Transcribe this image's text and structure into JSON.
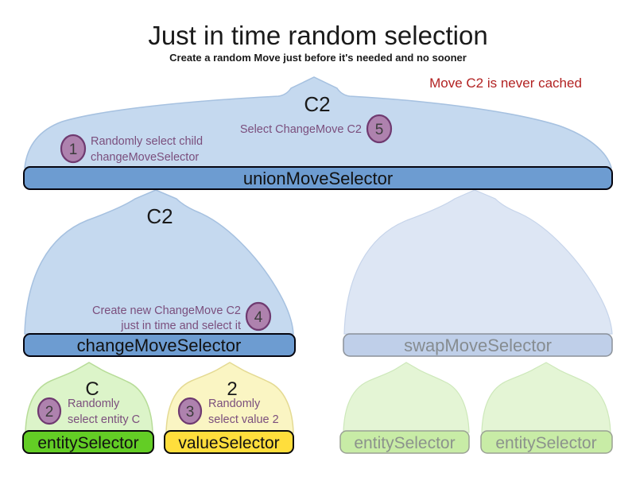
{
  "header": {
    "title": "Just in time random selection",
    "subtitle": "Create a random Move just before it's needed and no sooner"
  },
  "annotation": {
    "text": "Move C2 is never cached"
  },
  "colors": {
    "title_text": "#1a1a1a",
    "annotation_red": "#b22222",
    "mound_blue": "#c5d9ef",
    "mound_blue_faded": "#dde6f4",
    "mound_green": "#dcf4c9",
    "mound_green_faded": "#e4f5d5",
    "mound_yellow": "#faf5c3",
    "bar_blue": "#6d9cd1",
    "bar_blue_faded": "#bfcfe9",
    "bar_green": "#63cd25",
    "bar_green_faded": "#c8eca6",
    "bar_yellow": "#ffde3c",
    "bar_text_dark": "#111111",
    "bar_text_faded": "#868c90",
    "bar_text_green_faded": "#8c938c",
    "step_circle_fill": "#ae82ae",
    "step_circle_num": "#3c3c3c",
    "step_text_purple": "#7b4f7d",
    "move_label_text": "#1a1a1a"
  },
  "union_selector": {
    "label": "unionMoveSelector",
    "move_label": "C2",
    "step1": {
      "num": "1",
      "line1": "Randomly select child",
      "line2": "changeMoveSelector"
    },
    "step5": {
      "num": "5",
      "text": "Select ChangeMove C2"
    }
  },
  "change_selector": {
    "label": "changeMoveSelector",
    "move_label": "C2",
    "step4": {
      "num": "4",
      "line1": "Create new ChangeMove C2",
      "line2": "just in time and select it"
    }
  },
  "swap_selector": {
    "label": "swapMoveSelector"
  },
  "entity_selector": {
    "label": "entitySelector",
    "selected_label": "C",
    "step2": {
      "num": "2",
      "line1": "Randomly",
      "line2": "select entity C"
    }
  },
  "value_selector": {
    "label": "valueSelector",
    "selected_label": "2",
    "step3": {
      "num": "3",
      "line1": "Randomly",
      "line2": "select value 2"
    }
  },
  "faded_entity_selector_1": {
    "label": "entitySelector"
  },
  "faded_entity_selector_2": {
    "label": "entitySelector"
  }
}
